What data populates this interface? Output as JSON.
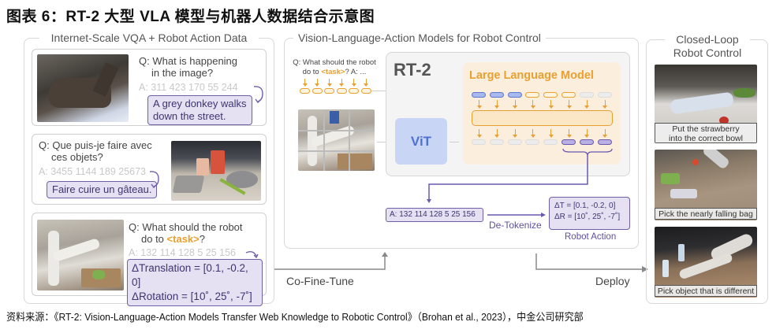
{
  "title": "图表 6：RT-2 大型 VLA 模型与机器人数据结合示意图",
  "source": "资料来源：《RT-2: Vision-Language-Action Models Transfer Web Knowledge to Robotic Control》（Brohan et al., 2023），中金公司研究部",
  "left_panel": {
    "title": "Internet-Scale VQA + Robot Action Data",
    "cards": [
      {
        "image": "donkey-photo",
        "q_line1": "Q: What is happening",
        "q_line2": "in the image?",
        "a": "A: 311 423 170 55 244",
        "answer_line1": "A grey donkey walks",
        "answer_line2": "down the street."
      },
      {
        "image": "kitchen-ingredients-photo",
        "q_line1": "Q: Que puis-je faire avec",
        "q_line2": "ces objets?",
        "a": "A: 3455 1144 189 25673",
        "answer_line1": "Faire cuire un gâteau."
      },
      {
        "image": "robot-arm-photo",
        "q_line1": "Q: What should the robot",
        "q_line2_prefix": "do to ",
        "q_line2_task": "<task>",
        "q_line2_suffix": "?",
        "a": "A: 132 114 128 5 25 156",
        "answer_line1": "ΔTranslation = [0.1, -0.2, 0]",
        "answer_line2": "ΔRotation = [10˚, 25˚, -7˚]"
      }
    ]
  },
  "center_panel": {
    "title": "Vision-Language-Action Models for Robot Control",
    "prompt_line1": "Q: What should the robot",
    "prompt_line2_prefix": "do to ",
    "prompt_task": "<task>",
    "prompt_line2_suffix": "? A: ...",
    "rt2_label": "RT-2",
    "llm_label": "Large Language Model",
    "vit_label": "ViT",
    "output_tokens": "A: 132 114 128 5 25 156",
    "detokenize_label": "De-Tokenize",
    "action_line1": "ΔT = [0.1, -0.2, 0]",
    "action_line2": "ΔR = [10˚, 25˚, -7˚]",
    "robot_action_label": "Robot Action",
    "llm_input_tokens": [
      "b",
      "b",
      "b",
      "o",
      "o",
      "o",
      "g",
      "g"
    ],
    "llm_output_tokens": [
      "g",
      "g",
      "g",
      "g",
      "g",
      "p",
      "p",
      "p"
    ]
  },
  "right_panel": {
    "title_line1": "Closed-Loop",
    "title_line2": "Robot Control",
    "captions": [
      {
        "line1": "Put the strawberry",
        "line2": "into the correct bowl"
      },
      {
        "line1": "Pick the nearly falling bag"
      },
      {
        "line1": "Pick object that is different"
      }
    ]
  },
  "flow": {
    "cofinetune_label": "Co-Fine-Tune",
    "deploy_label": "Deploy"
  },
  "colors": {
    "orange": "#e8a030",
    "purple": "#6f5fa8",
    "blue": "#5b78d0",
    "llm_bg": "#fbeedd",
    "vit_bg": "#c9d5f5"
  }
}
